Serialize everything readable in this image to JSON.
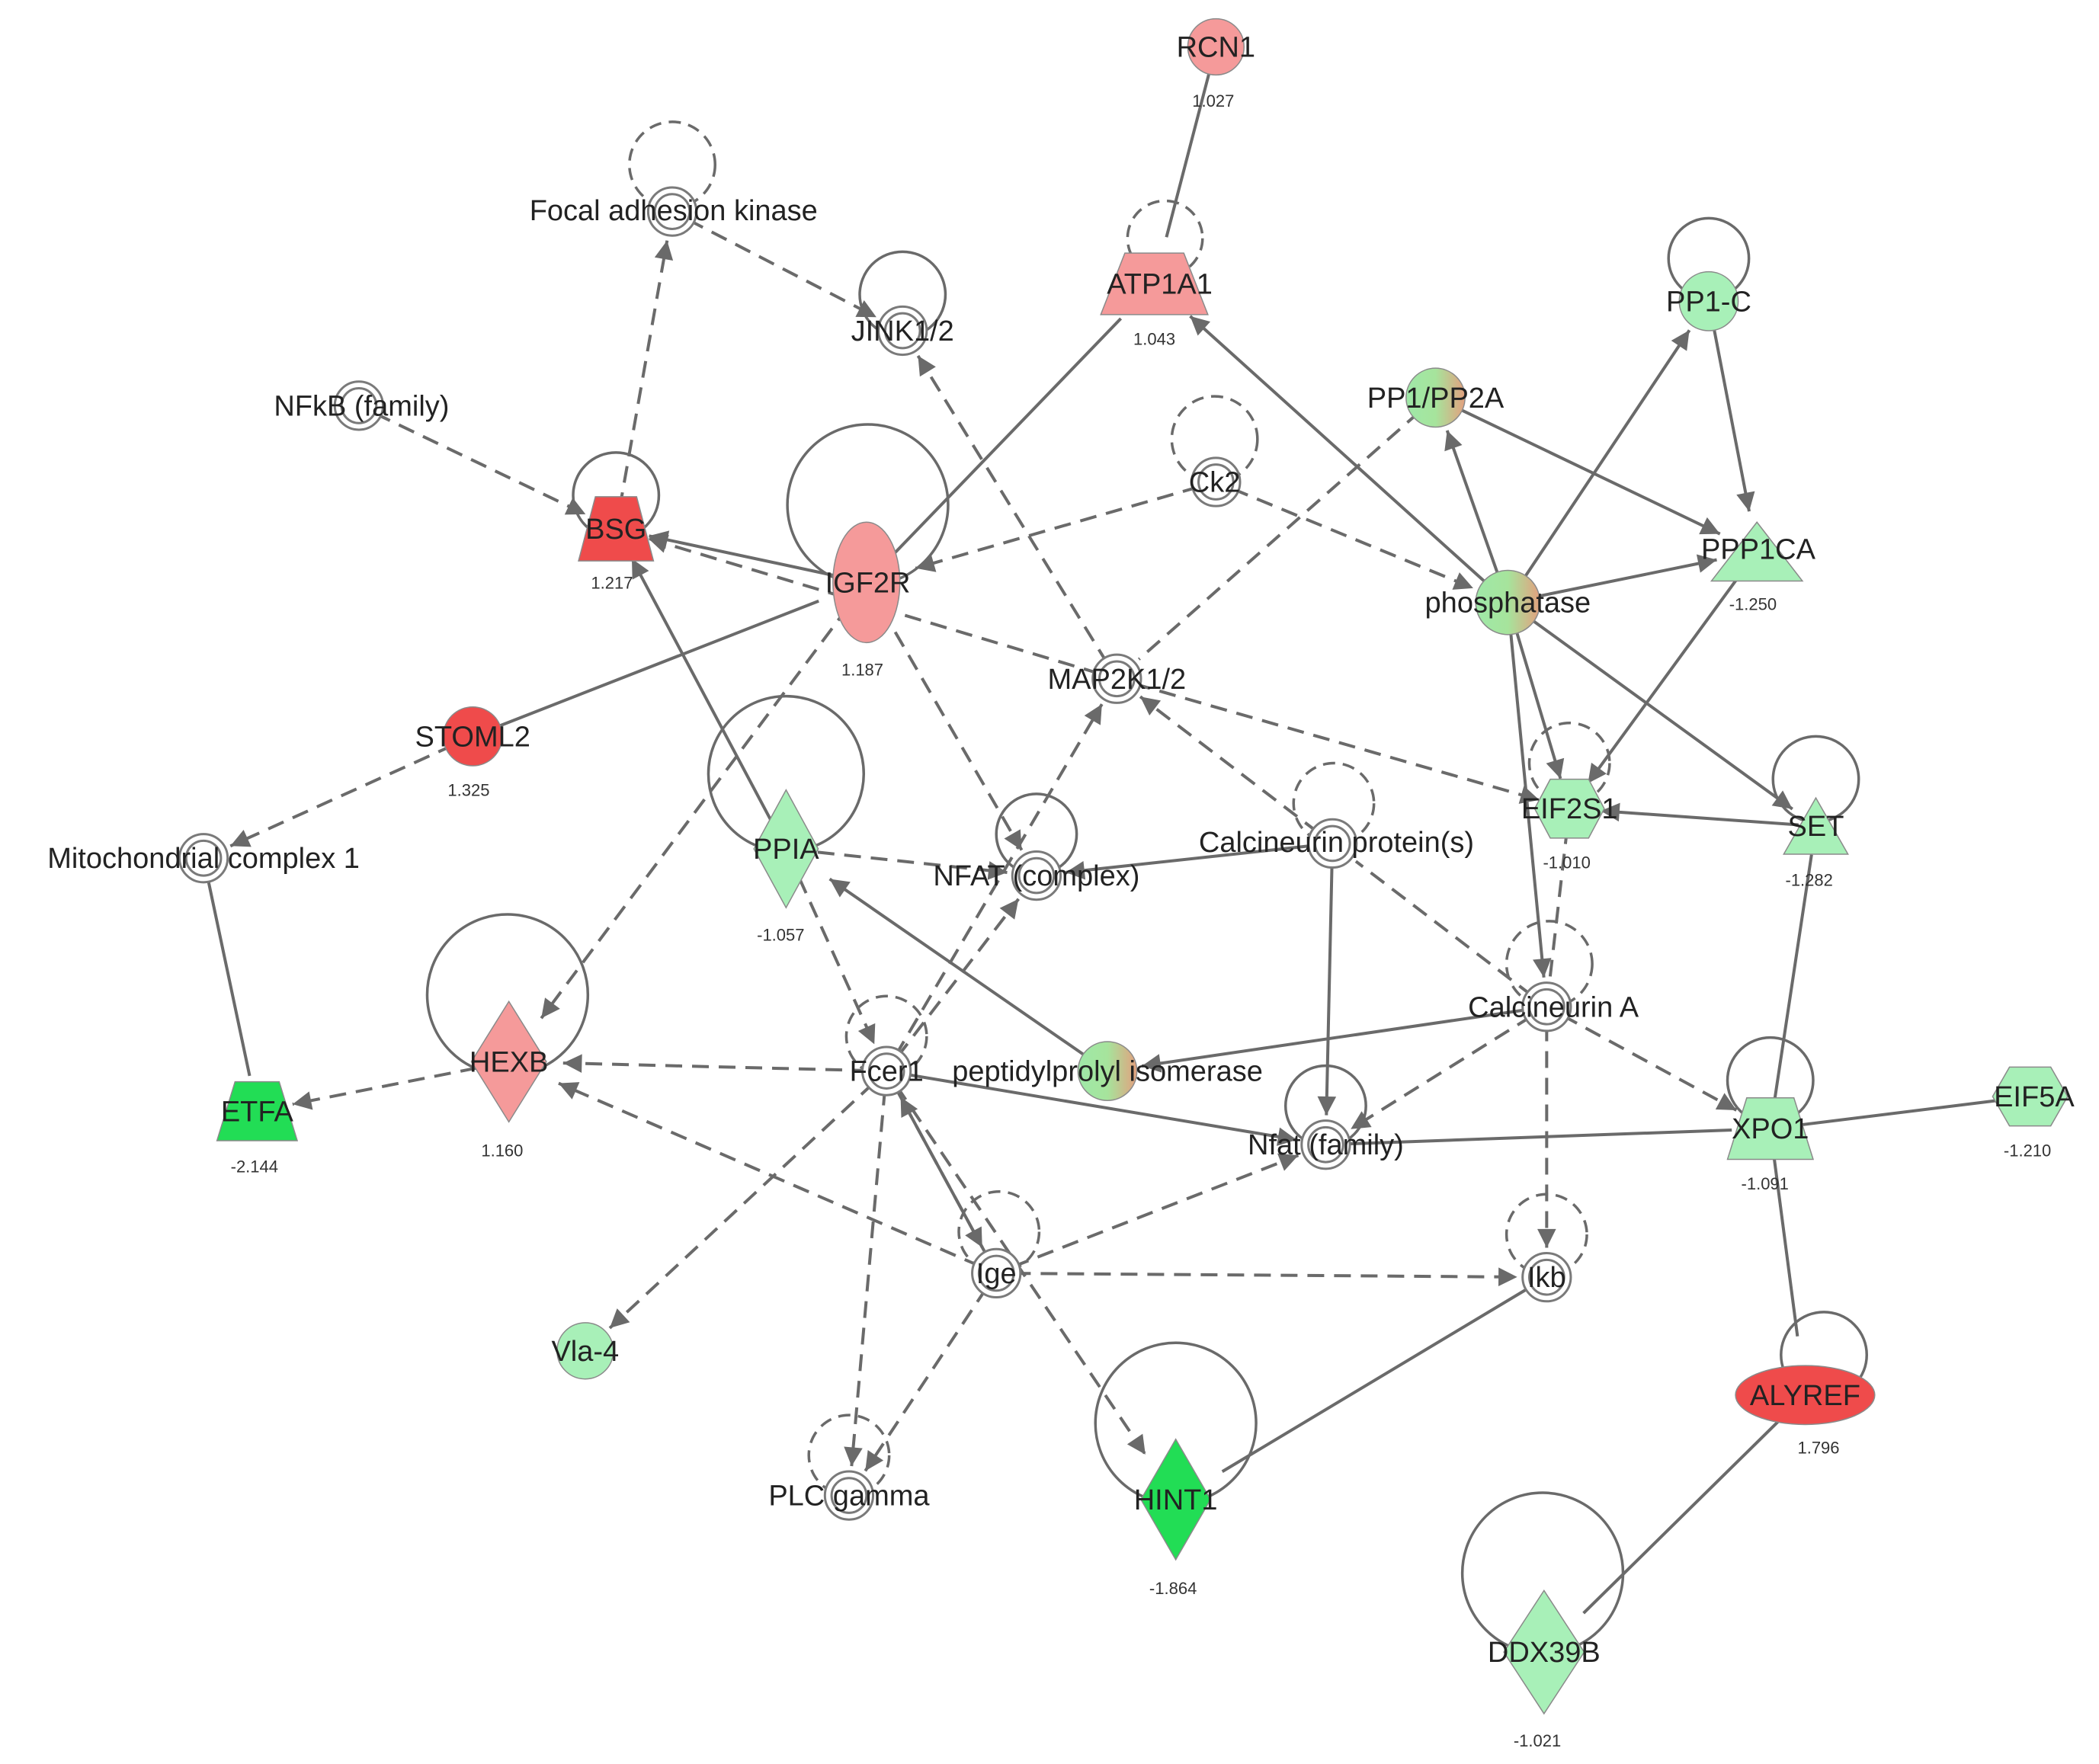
{
  "colors": {
    "up_light": "#f59a9a",
    "up_strong": "#ef4b4b",
    "down_light": "#a8f0b8",
    "down_strong": "#22dd55",
    "mixed_green": "#9fe8a8",
    "mixed_red": "#e3a07e",
    "edge": "#6a6a6a"
  },
  "nodes": [
    {
      "id": "RCN1",
      "label": "RCN1",
      "value": "1.027",
      "shape": "circle",
      "color": "up_light"
    },
    {
      "id": "ATP1A1",
      "label": "ATP1A1",
      "value": "1.043",
      "shape": "trapezoid",
      "color": "up_light"
    },
    {
      "id": "FAK",
      "label": "Focal adhesion kinase",
      "value": "",
      "shape": "ring"
    },
    {
      "id": "JNK",
      "label": "JINK1/2",
      "value": "",
      "shape": "ring"
    },
    {
      "id": "NFKB",
      "label": "NFkB (family)",
      "value": "",
      "shape": "ring"
    },
    {
      "id": "BSG",
      "label": "BSG",
      "value": "1.217",
      "shape": "trapezoid",
      "color": "up_strong"
    },
    {
      "id": "IGF2R",
      "label": "IGF2R",
      "value": "1.187",
      "shape": "ellipse",
      "color": "up_light"
    },
    {
      "id": "CK2",
      "label": "Ck2",
      "value": "",
      "shape": "ring"
    },
    {
      "id": "PP1PP2A",
      "label": "PP1/PP2A",
      "value": "",
      "shape": "mixed"
    },
    {
      "id": "PP1C",
      "label": "PP1-C",
      "value": "",
      "shape": "circle",
      "color": "down_light"
    },
    {
      "id": "PPP1CA",
      "label": "PPP1CA",
      "value": "-1.250",
      "shape": "triangle",
      "color": "down_light"
    },
    {
      "id": "PHOS",
      "label": "phosphatase",
      "value": "",
      "shape": "mixed"
    },
    {
      "id": "MAP2K",
      "label": "MAP2K1/2",
      "value": "",
      "shape": "ring"
    },
    {
      "id": "STOML2",
      "label": "STOML2",
      "value": "1.325",
      "shape": "circle",
      "color": "up_strong"
    },
    {
      "id": "MITO",
      "label": "Mitochondrial complex 1",
      "value": "",
      "shape": "ring"
    },
    {
      "id": "PPIA",
      "label": "PPIA",
      "value": "-1.057",
      "shape": "diamond",
      "color": "down_light"
    },
    {
      "id": "NFATC",
      "label": "NFAT (complex)",
      "value": "",
      "shape": "ring"
    },
    {
      "id": "CALP",
      "label": "Calcineurin protein(s)",
      "value": "",
      "shape": "ring"
    },
    {
      "id": "EIF2S1",
      "label": "EIF2S1",
      "value": "-1.010",
      "shape": "hexagon",
      "color": "down_light"
    },
    {
      "id": "SET",
      "label": "SET",
      "value": "-1.282",
      "shape": "triangle",
      "color": "down_light"
    },
    {
      "id": "CALA",
      "label": "Calcineurin A",
      "value": "",
      "shape": "ring"
    },
    {
      "id": "HEXB",
      "label": "HEXB",
      "value": "1.160",
      "shape": "diamond",
      "color": "up_light"
    },
    {
      "id": "ETFA",
      "label": "ETFA",
      "value": "-2.144",
      "shape": "trapezoid",
      "color": "down_strong"
    },
    {
      "id": "FCER1",
      "label": "Fcer1",
      "value": "",
      "shape": "ring"
    },
    {
      "id": "PPI",
      "label": "peptidylprolyl isomerase",
      "value": "",
      "shape": "mixed"
    },
    {
      "id": "NFATF",
      "label": "Nfat (family)",
      "value": "",
      "shape": "ring"
    },
    {
      "id": "XPO1",
      "label": "XPO1",
      "value": "-1.091",
      "shape": "trapezoid",
      "color": "down_light"
    },
    {
      "id": "EIF5A",
      "label": "EIF5A",
      "value": "-1.210",
      "shape": "hexagon",
      "color": "down_light"
    },
    {
      "id": "IGE",
      "label": "Ige",
      "value": "",
      "shape": "ring"
    },
    {
      "id": "IKB",
      "label": "Ikb",
      "value": "",
      "shape": "ring"
    },
    {
      "id": "VLA4",
      "label": "Vla-4",
      "value": "",
      "shape": "circle",
      "color": "down_light"
    },
    {
      "id": "ALYREF",
      "label": "ALYREF",
      "value": "1.796",
      "shape": "ellipse",
      "color": "up_strong"
    },
    {
      "id": "PLCG",
      "label": "PLC gamma",
      "value": "",
      "shape": "ring"
    },
    {
      "id": "HINT1",
      "label": "HINT1",
      "value": "-1.864",
      "shape": "diamond",
      "color": "down_strong"
    },
    {
      "id": "DDX39B",
      "label": "DDX39B",
      "value": "-1.021",
      "shape": "diamond",
      "color": "down_light"
    }
  ],
  "edges": [
    {
      "from": "RCN1",
      "to": "ATP1A1",
      "style": "solid",
      "arrow": false
    },
    {
      "from": "IGF2R",
      "to": "ATP1A1",
      "style": "solid",
      "arrow": false
    },
    {
      "from": "PHOS",
      "to": "ATP1A1",
      "style": "solid",
      "arrow": true
    },
    {
      "from": "FAK",
      "to": "JNK",
      "style": "dashed",
      "arrow": true
    },
    {
      "from": "BSG",
      "to": "FAK",
      "style": "dashed",
      "arrow": true
    },
    {
      "from": "NFKB",
      "to": "BSG",
      "style": "dashed",
      "arrow": true
    },
    {
      "from": "IGF2R",
      "to": "BSG",
      "style": "solid",
      "arrow": true
    },
    {
      "from": "CK2",
      "to": "IGF2R",
      "style": "dashed",
      "arrow": true
    },
    {
      "from": "CK2",
      "to": "PHOS",
      "style": "dashed",
      "arrow": true
    },
    {
      "from": "MAP2K",
      "to": "JNK",
      "style": "dashed",
      "arrow": true
    },
    {
      "from": "MAP2K",
      "to": "BSG",
      "style": "dashed",
      "arrow": true
    },
    {
      "from": "PP1PP2A",
      "to": "MAP2K",
      "style": "dashed",
      "arrow": false
    },
    {
      "from": "PHOS",
      "to": "PP1PP2A",
      "style": "solid",
      "arrow": true
    },
    {
      "from": "PHOS",
      "to": "PP1C",
      "style": "solid",
      "arrow": true
    },
    {
      "from": "PP1PP2A",
      "to": "PPP1CA",
      "style": "solid",
      "arrow": true
    },
    {
      "from": "PP1C",
      "to": "PPP1CA",
      "style": "solid",
      "arrow": true
    },
    {
      "from": "PHOS",
      "to": "PPP1CA",
      "style": "solid",
      "arrow": true
    },
    {
      "from": "PPP1CA",
      "to": "EIF2S1",
      "style": "solid",
      "arrow": true
    },
    {
      "from": "PHOS",
      "to": "EIF2S1",
      "style": "solid",
      "arrow": true
    },
    {
      "from": "PHOS",
      "to": "SET",
      "style": "solid",
      "arrow": true
    },
    {
      "from": "PHOS",
      "to": "CALA",
      "style": "solid",
      "arrow": true
    },
    {
      "from": "SET",
      "to": "EIF2S1",
      "style": "solid",
      "arrow": true
    },
    {
      "from": "MAP2K",
      "to": "EIF2S1",
      "style": "dashed",
      "arrow": true
    },
    {
      "from": "STOML2",
      "to": "IGF2R",
      "style": "solid",
      "arrow": false
    },
    {
      "from": "STOML2",
      "to": "MITO",
      "style": "dashed",
      "arrow": true
    },
    {
      "from": "MITO",
      "to": "ETFA",
      "style": "solid",
      "arrow": false
    },
    {
      "from": "IGF2R",
      "to": "HEXB",
      "style": "dashed",
      "arrow": true
    },
    {
      "from": "IGF2R",
      "to": "NFATC",
      "style": "dashed",
      "arrow": true
    },
    {
      "from": "PPIA",
      "to": "BSG",
      "style": "solid",
      "arrow": true
    },
    {
      "from": "PPIA",
      "to": "NFATC",
      "style": "dashed",
      "arrow": true
    },
    {
      "from": "PPIA",
      "to": "FCER1",
      "style": "dashed",
      "arrow": true
    },
    {
      "from": "PPI",
      "to": "PPIA",
      "style": "solid",
      "arrow": true
    },
    {
      "from": "CALP",
      "to": "NFATC",
      "style": "solid",
      "arrow": true
    },
    {
      "from": "CALP",
      "to": "MAP2K",
      "style": "dashed",
      "arrow": true
    },
    {
      "from": "CALP",
      "to": "NFATF",
      "style": "solid",
      "arrow": true
    },
    {
      "from": "CALA",
      "to": "CALP",
      "style": "dashed",
      "arrow": false
    },
    {
      "from": "CALA",
      "to": "PPI",
      "style": "solid",
      "arrow": true
    },
    {
      "from": "CALA",
      "to": "NFATF",
      "style": "dashed",
      "arrow": true
    },
    {
      "from": "CALA",
      "to": "XPO1",
      "style": "dashed",
      "arrow": true
    },
    {
      "from": "CALA",
      "to": "IKB",
      "style": "dashed",
      "arrow": true
    },
    {
      "from": "EIF2S1",
      "to": "CALA",
      "style": "dashed",
      "arrow": false
    },
    {
      "from": "HEXB",
      "to": "ETFA",
      "style": "dashed",
      "arrow": true
    },
    {
      "from": "FCER1",
      "to": "HEXB",
      "style": "dashed",
      "arrow": true
    },
    {
      "from": "FCER1",
      "to": "NFATF",
      "style": "solid",
      "arrow": true
    },
    {
      "from": "FCER1",
      "to": "MAP2K",
      "style": "dashed",
      "arrow": true
    },
    {
      "from": "FCER1",
      "to": "NFATC",
      "style": "dashed",
      "arrow": true
    },
    {
      "from": "FCER1",
      "to": "VLA4",
      "style": "dashed",
      "arrow": true
    },
    {
      "from": "FCER1",
      "to": "PLCG",
      "style": "dashed",
      "arrow": true
    },
    {
      "from": "FCER1",
      "to": "IGE",
      "style": "solid",
      "arrow": true
    },
    {
      "from": "IGE",
      "to": "FCER1",
      "style": "dashed",
      "arrow": true
    },
    {
      "from": "FCER1",
      "to": "HINT1",
      "style": "dashed",
      "arrow": true
    },
    {
      "from": "IGE",
      "to": "HEXB",
      "style": "dashed",
      "arrow": true
    },
    {
      "from": "IGE",
      "to": "NFATF",
      "style": "dashed",
      "arrow": true
    },
    {
      "from": "IGE",
      "to": "IKB",
      "style": "dashed",
      "arrow": true
    },
    {
      "from": "IGE",
      "to": "PLCG",
      "style": "dashed",
      "arrow": true
    },
    {
      "from": "NFATF",
      "to": "XPO1",
      "style": "solid",
      "arrow": false
    },
    {
      "from": "XPO1",
      "to": "EIF5A",
      "style": "solid",
      "arrow": false
    },
    {
      "from": "XPO1",
      "to": "SET",
      "style": "solid",
      "arrow": false
    },
    {
      "from": "XPO1",
      "to": "ALYREF",
      "style": "solid",
      "arrow": false
    },
    {
      "from": "IKB",
      "to": "HINT1",
      "style": "solid",
      "arrow": false
    },
    {
      "from": "ALYREF",
      "to": "DDX39B",
      "style": "solid",
      "arrow": false
    }
  ]
}
